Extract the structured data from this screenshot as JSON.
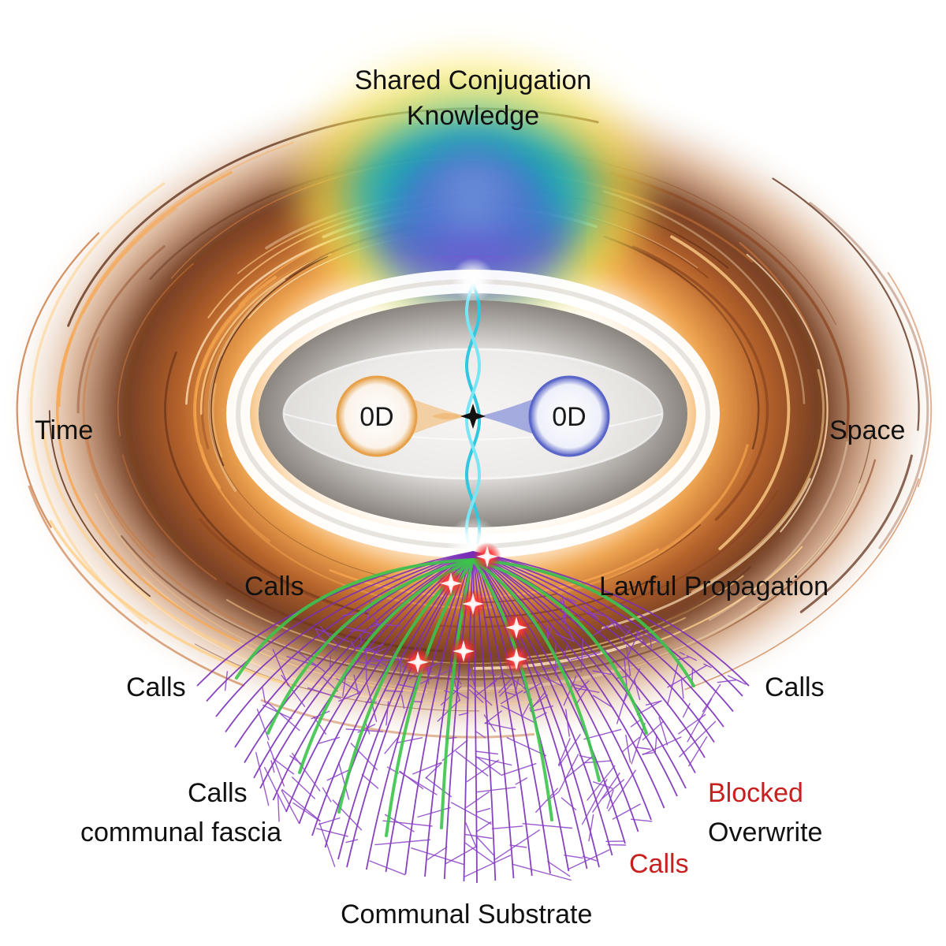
{
  "labels": {
    "top_line1": "Shared Conjugation",
    "top_line2": "Knowledge",
    "time": "Time",
    "space": "Space",
    "node_left": "0D",
    "node_right": "0D",
    "calls_upper_left": "Calls",
    "lawful_propagation": "Lawful Propagation",
    "calls_left": "Calls",
    "calls_right": "Calls",
    "calls_lower_left": "Calls",
    "communal_fascia": "communal fascia",
    "blocked": "Blocked",
    "overwrite": "Overwrite",
    "calls_red": "Calls",
    "communal_substrate": "Communal Substrate"
  },
  "colors": {
    "swirl_dark": "#5a2a12",
    "swirl_mid": "#b5612a",
    "swirl_light": "#f2a54a",
    "aura_yellow": "#ffe23a",
    "aura_teal": "#1fc9a8",
    "aura_blue": "#2a4fd8",
    "aura_violet": "#9b2fd6",
    "strand": "#30c8e0",
    "mesh": "#7a2fb8",
    "green_fibers": "#3cc44a",
    "red_nodes": "#e21a1a",
    "node_left_ring": "#e6a14a",
    "node_right_ring": "#5a66c8",
    "red_text": "#c8201f"
  },
  "icons": {
    "center_point": "four-point-star-icon",
    "red_points": "red-spark-icon"
  }
}
